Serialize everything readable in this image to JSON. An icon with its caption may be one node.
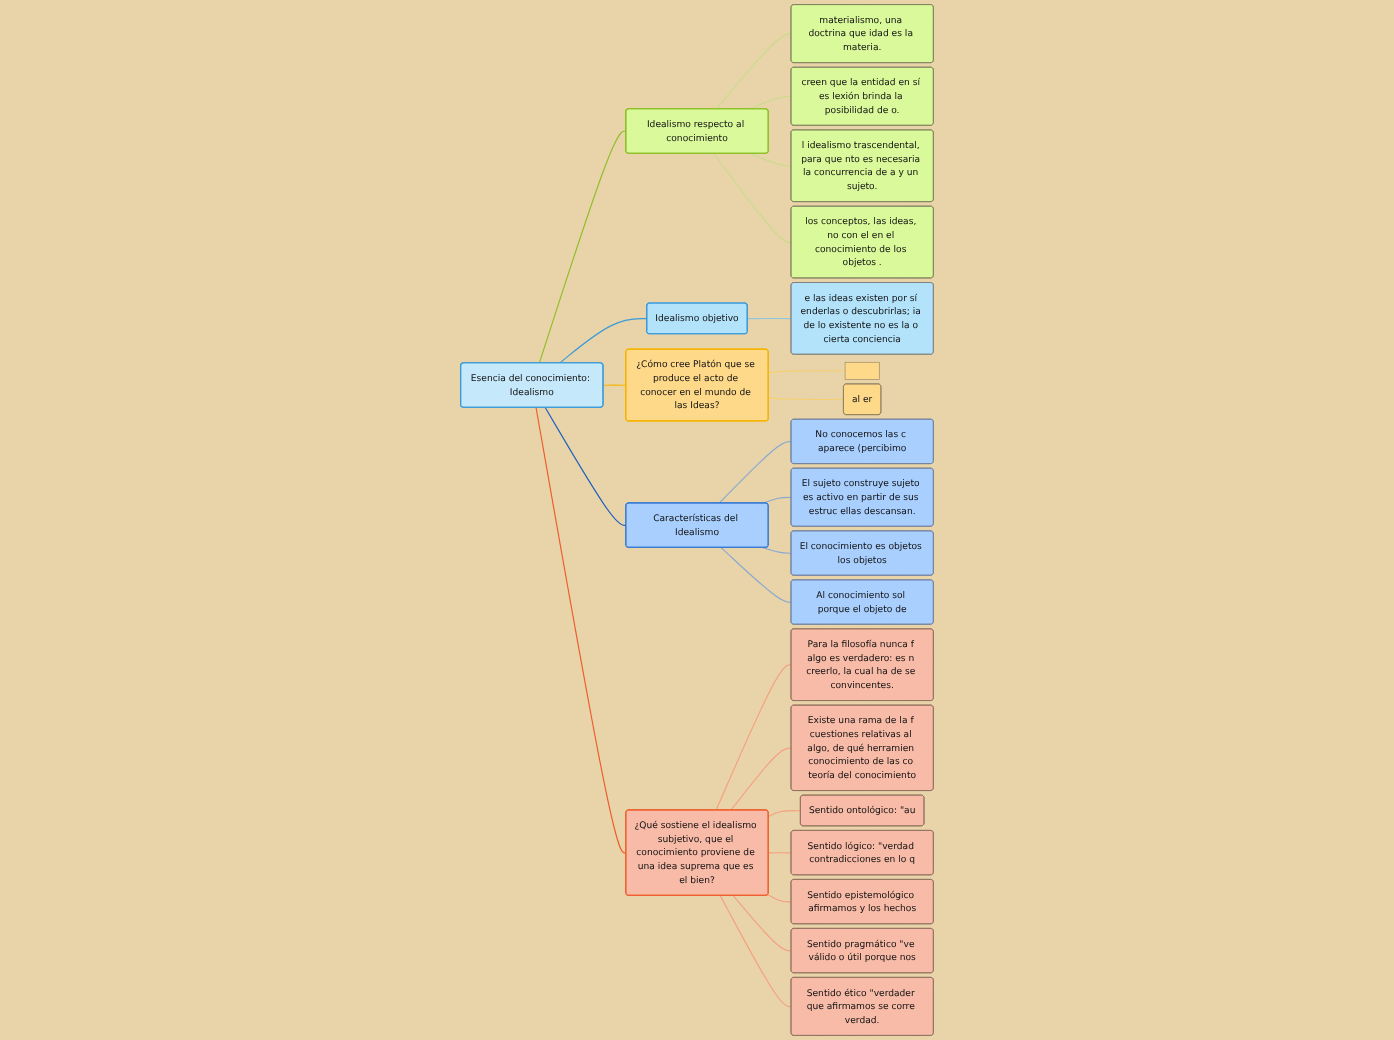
{
  "diagram": {
    "nodes": [
      {
        "text": [
          "Esencia del conocimiento: Idealismo"
        ]
      },
      {
        "text": [
          "Idealismo respecto al conocimiento"
        ]
      },
      {
        "text": [
          "materialismo, una doctrina que idad es la materia."
        ]
      },
      {
        "text": [
          "creen que la entidad en sí es lexión brinda la posibilidad de o."
        ]
      },
      {
        "text": [
          "l idealismo trascendental, para que nto es necesaria la concurrencia de a y un sujeto."
        ]
      },
      {
        "text": [
          "los conceptos, las ideas, no con el en el conocimiento de los objetos ."
        ]
      },
      {
        "text": [
          "Idealismo objetivo"
        ]
      },
      {
        "text": [
          "e las ideas existen por sí enderlas o descubrirlas; ia de lo existente no es la o cierta conciencia"
        ]
      },
      {
        "text": [
          "¿Cómo cree Platón que se produce el acto de conocer en el mundo de las Ideas?"
        ]
      },
      {
        "text": [],
        "shape": "box"
      },
      {
        "text": [
          "al er"
        ]
      },
      {
        "text": [
          "Características del Idealismo"
        ]
      },
      {
        "text": [
          "No conocemos las c aparece (percibimo"
        ]
      },
      {
        "text": [
          "El sujeto construye sujeto es activo en partir de sus estruc ellas descansan."
        ]
      },
      {
        "text": [
          "El conocimiento es objetos los objetos"
        ]
      },
      {
        "text": [
          "Al conocimiento sol porque el objeto de"
        ]
      },
      {
        "text": [
          "¿Qué sostiene el idealismo subjetivo, que el conocimiento proviene de una idea suprema que es el bien?"
        ]
      },
      {
        "text": [
          "Para la filosofía nunca f algo es verdadero: es n creerlo, la cual ha de se convincentes."
        ]
      },
      {
        "text": [
          "Existe una rama de la f cuestiones relativas al algo, de qué herramien conocimiento de las co teoría del conocimiento"
        ]
      },
      {
        "text": [
          "Sentido ontológico: \"au"
        ]
      },
      {
        "text": [
          "Sentido lógico: \"verdad contradicciones en lo q"
        ]
      },
      {
        "text": [
          "Sentido epistemológico afirmamos y los hechos"
        ]
      },
      {
        "text": [
          "Sentido pragmático \"ve válido o útil porque nos"
        ]
      },
      {
        "text": [
          "Sentido ético \"verdader que afirmamos se corre verdad."
        ]
      }
    ],
    "edges": [
      {
        "from": 0,
        "to": 1,
        "arrow": "none",
        "color": "#8cbf26"
      },
      {
        "from": 1,
        "to": 2,
        "arrow": "none",
        "color": "#c8dc8c"
      },
      {
        "from": 1,
        "to": 3,
        "arrow": "none",
        "color": "#c8dc8c"
      },
      {
        "from": 1,
        "to": 4,
        "arrow": "none",
        "color": "#c8dc8c"
      },
      {
        "from": 1,
        "to": 5,
        "arrow": "none",
        "color": "#c8dc8c"
      },
      {
        "from": 0,
        "to": 6,
        "arrow": "none",
        "color": "#3a9ad9"
      },
      {
        "from": 6,
        "to": 7,
        "arrow": "none",
        "color": "#8ec8e0"
      },
      {
        "from": 0,
        "to": 8,
        "arrow": "none",
        "color": "#f5b400"
      },
      {
        "from": 8,
        "to": 9,
        "arrow": "none",
        "color": "#f5d070"
      },
      {
        "from": 8,
        "to": 10,
        "arrow": "none",
        "color": "#f5d070"
      },
      {
        "from": 0,
        "to": 11,
        "arrow": "none",
        "color": "#1f5fbf"
      },
      {
        "from": 11,
        "to": 12,
        "arrow": "none",
        "color": "#8aa8d0"
      },
      {
        "from": 11,
        "to": 13,
        "arrow": "none",
        "color": "#8aa8d0"
      },
      {
        "from": 11,
        "to": 14,
        "arrow": "none",
        "color": "#8aa8d0"
      },
      {
        "from": 11,
        "to": 15,
        "arrow": "none",
        "color": "#8aa8d0"
      },
      {
        "from": 0,
        "to": 16,
        "arrow": "none",
        "color": "#f05a28"
      },
      {
        "from": 16,
        "to": 17,
        "arrow": "none",
        "color": "#f5a080"
      },
      {
        "from": 16,
        "to": 18,
        "arrow": "none",
        "color": "#f5a080"
      },
      {
        "from": 16,
        "to": 19,
        "arrow": "none",
        "color": "#f5a080"
      },
      {
        "from": 16,
        "to": 20,
        "arrow": "none",
        "color": "#f5a080"
      },
      {
        "from": 16,
        "to": 21,
        "arrow": "none",
        "color": "#f5a080"
      },
      {
        "from": 16,
        "to": 22,
        "arrow": "none",
        "color": "#f5a080"
      },
      {
        "from": 16,
        "to": 23,
        "arrow": "none",
        "color": "#f5a080"
      }
    ]
  }
}
